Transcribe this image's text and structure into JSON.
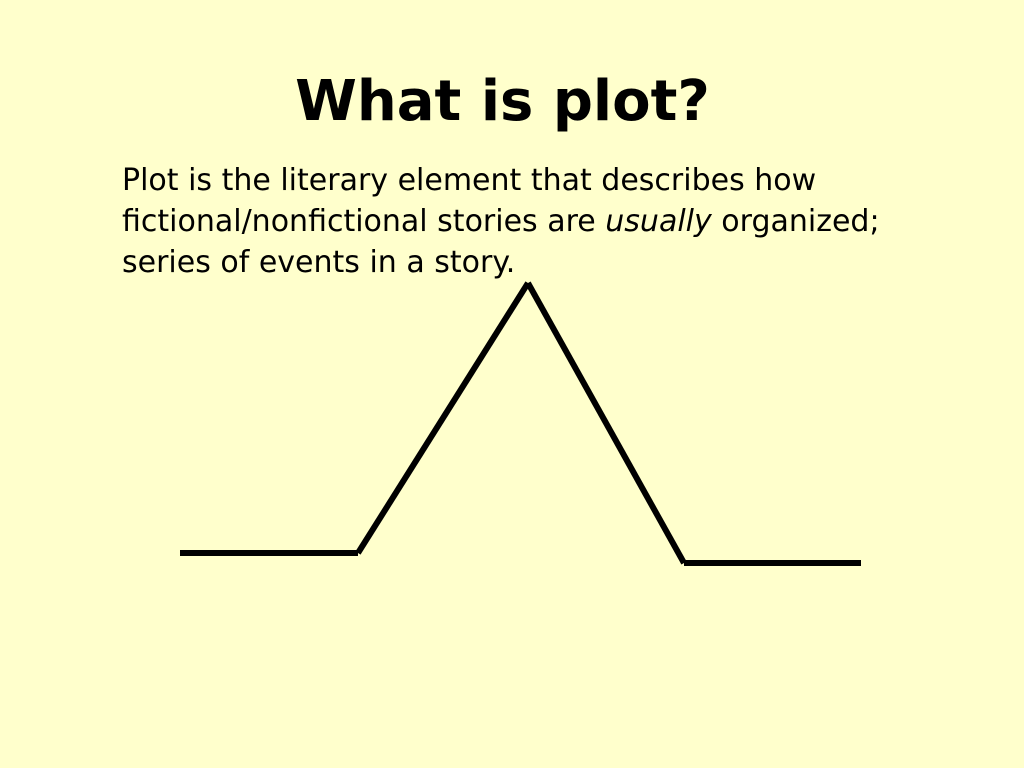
{
  "slide": {
    "background": "#FFFFCC",
    "title": "What is plot?",
    "definition": {
      "line1": "Plot is the literary element that describes how",
      "line2_before": "fictional/nonfictional stories are ",
      "line2_emphasis": "usually",
      "line2_after": " organized;",
      "line3": "series of events in a story."
    }
  },
  "diagram": {
    "shape": "plot-mountain",
    "line_color": "#000000",
    "segments": [
      "flat-start",
      "rising",
      "falling",
      "flat-end"
    ]
  }
}
